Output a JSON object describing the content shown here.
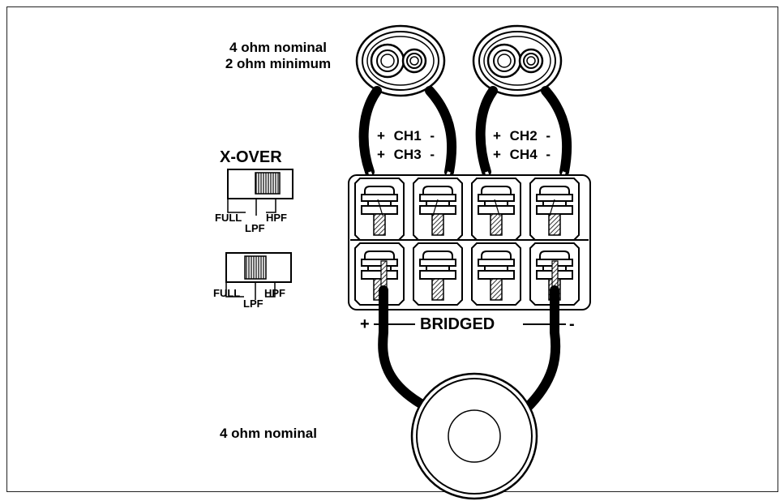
{
  "speaker_top": {
    "rating_nominal": "4 ohm nominal",
    "rating_minimum": "2 ohm minimum"
  },
  "channels": {
    "left_pair": {
      "row1": "+ CH1 -",
      "row2": "+ CH3 -"
    },
    "right_pair": {
      "row1": "+ CH2 -",
      "row2": "+ CH4 -"
    }
  },
  "crossover": {
    "title": "X-OVER",
    "switch_1": {
      "full": "FULL",
      "lpf": "LPF",
      "hpf": "HPF",
      "position": "HPF"
    },
    "switch_2": {
      "full": "FULL",
      "lpf": "LPF",
      "hpf": "HPF",
      "position": "LPF"
    }
  },
  "bridged": {
    "label": "BRIDGED",
    "plus": "+",
    "minus": "-",
    "speaker_rating": "4 ohm nominal"
  },
  "colors": {
    "ink": "#000000",
    "paper": "#ffffff",
    "terminal_fill": "#f2f2f2"
  }
}
